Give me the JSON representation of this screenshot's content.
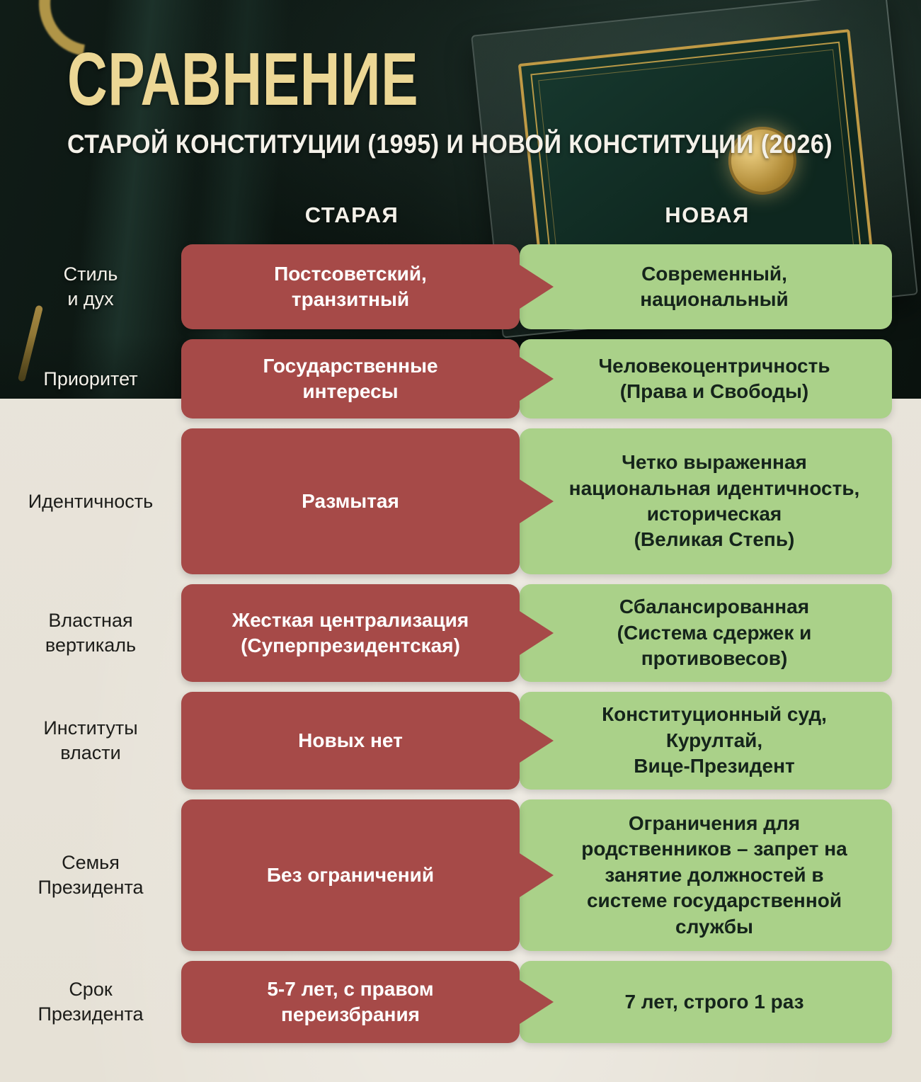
{
  "title": "СРАВНЕНИЕ",
  "subtitle": "СТАРОЙ КОНСТИТУЦИИ (1995) И НОВОЙ КОНСТИТУЦИИ (2026)",
  "columns": {
    "old": "СТАРАЯ",
    "new": "НОВАЯ"
  },
  "colors": {
    "title": "#ecd795",
    "old_cell": "#a64a48",
    "new_cell": "#aad189",
    "background_top": "#0c1410",
    "background_bottom": "#e9e5dc"
  },
  "rows": [
    {
      "label": "Стиль\nи дух",
      "old": "Постсоветский,\nтранзитный",
      "new": "Современный,\nнациональный"
    },
    {
      "label": "Приоритет",
      "old": "Государственные\nинтересы",
      "new": "Человекоцентричность\n(Права и Свободы)"
    },
    {
      "label": "Идентичность",
      "old": "Размытая",
      "new": "Четко выраженная\nнациональная идентичность,\nисторическая\n(Великая Степь)"
    },
    {
      "label": "Властная\nвертикаль",
      "old": "Жесткая централизация\n(Суперпрезидентская)",
      "new": "Сбалансированная\n(Система сдержек и\nпротивовесов)"
    },
    {
      "label": "Институты\nвласти",
      "old": "Новых нет",
      "new": "Конституционный суд,\nКурултай,\nВице-Президент"
    },
    {
      "label": "Семья\nПрезидента",
      "old": "Без ограничений",
      "new": "Ограничения для\nродственников – запрет на\nзанятие должностей в\nсистеме государственной\nслужбы"
    },
    {
      "label": "Срок\nПрезидента",
      "old": "5-7 лет, с правом\nпереизбрания",
      "new": "7 лет, строго 1 раз"
    }
  ]
}
